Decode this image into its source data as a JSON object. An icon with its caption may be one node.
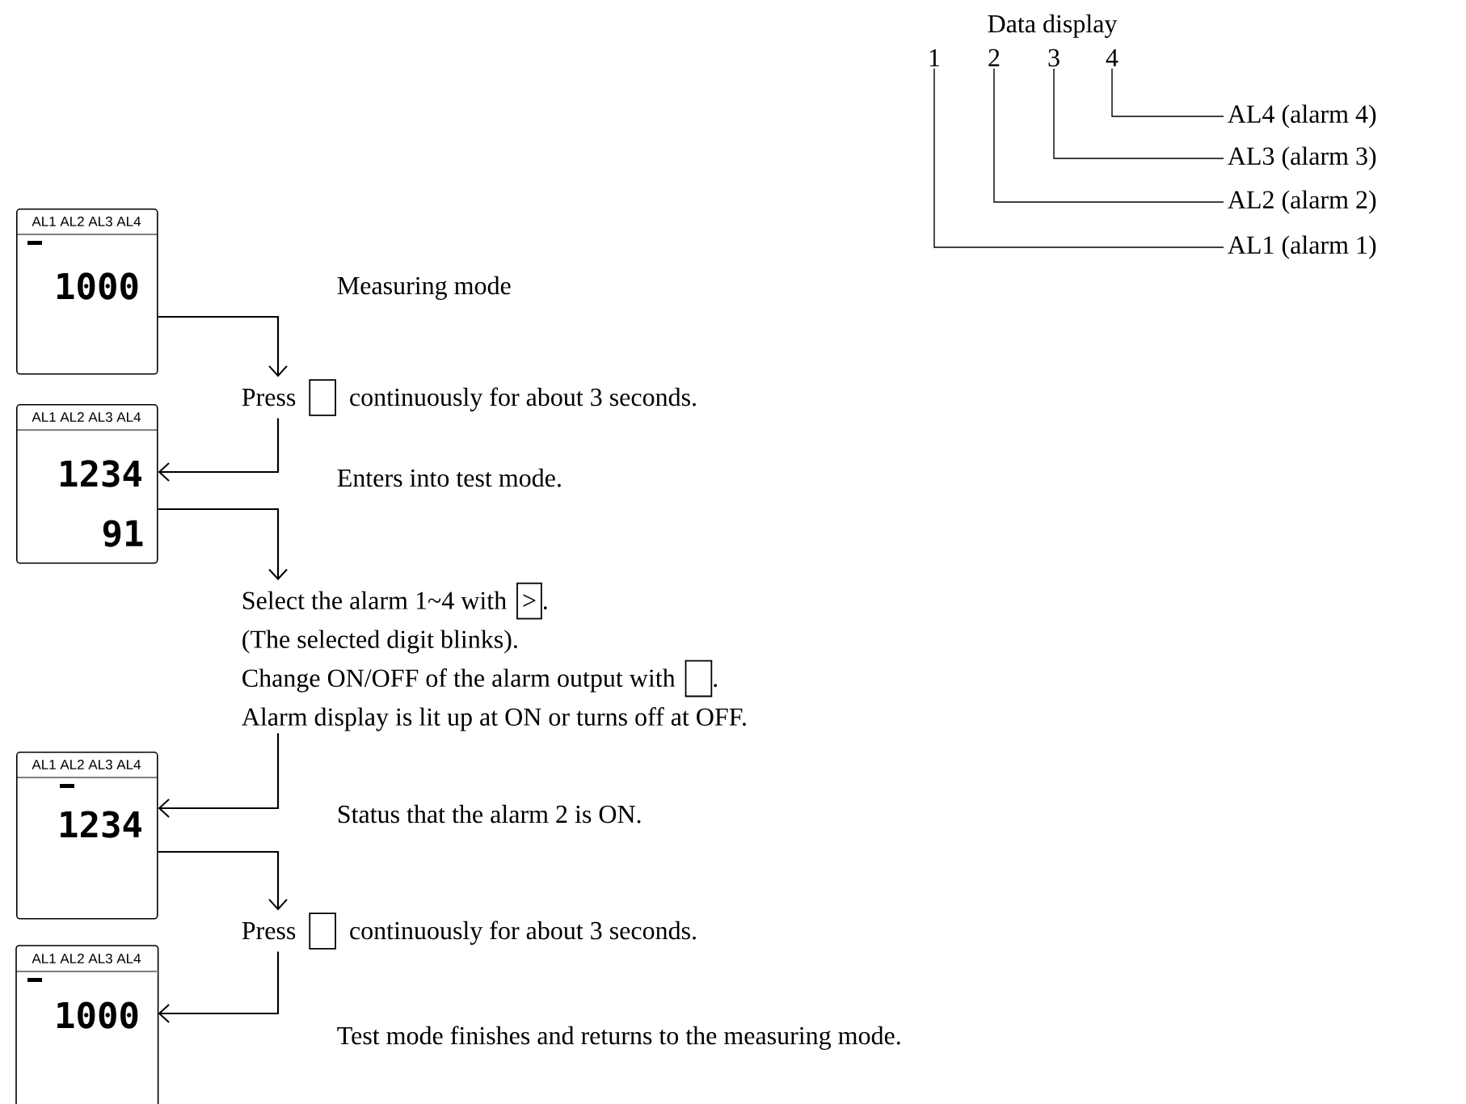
{
  "diagram": {
    "nodes": [
      {
        "text": [
          "1"
        ]
      },
      {
        "text": [
          "2"
        ]
      },
      {
        "text": [
          "3"
        ]
      },
      {
        "text": [
          "4"
        ]
      },
      {
        "text": [
          "AL4 (alarm 4)"
        ]
      },
      {
        "text": [
          "AL3 (alarm 3)"
        ]
      },
      {
        "text": [
          "AL2 (alarm 2)"
        ]
      },
      {
        "text": [
          "AL1 (alarm 1)"
        ]
      },
      {
        "text": [
          "AL1 AL2 AL3 AL4",
          "1000"
        ]
      },
      {
        "text": [
          "Press",
          "continuously for about 3 seconds."
        ]
      },
      {
        "text": [
          "AL1 AL2 AL3 AL4",
          "1234",
          "91"
        ]
      },
      {
        "text": [
          "Select the alarm 1~4 with",
          ">",
          ".",
          "(The selected digit blinks).",
          "Change ON/OFF of the alarm output with",
          ".",
          "Alarm display is lit up at ON or turns off at OFF."
        ]
      },
      {
        "text": [
          "AL1 AL2 AL3 AL4",
          "1234"
        ]
      },
      {
        "text": [
          "Press",
          "continuously for about 3 seconds."
        ]
      },
      {
        "text": [
          "AL1 AL2 AL3 AL4",
          "1000"
        ]
      }
    ],
    "edges": [
      {
        "from": 0,
        "to": 7,
        "arrow": "none"
      },
      {
        "from": 1,
        "to": 6,
        "arrow": "none"
      },
      {
        "from": 2,
        "to": 5,
        "arrow": "none"
      },
      {
        "from": 3,
        "to": 4,
        "arrow": "none"
      },
      {
        "from": 8,
        "to": 9,
        "arrow": "to"
      },
      {
        "from": 9,
        "to": 10,
        "arrow": "to"
      },
      {
        "from": 10,
        "to": 11,
        "arrow": "to"
      },
      {
        "from": 11,
        "to": 12,
        "arrow": "to"
      },
      {
        "from": 12,
        "to": 13,
        "arrow": "to"
      },
      {
        "from": 13,
        "to": 14,
        "arrow": "to"
      }
    ],
    "labels": [
      "Data display",
      "Measuring mode",
      "Enters into test mode.",
      "Status that the alarm 2 is ON.",
      "Test mode finishes and returns to the measuring mode."
    ]
  }
}
